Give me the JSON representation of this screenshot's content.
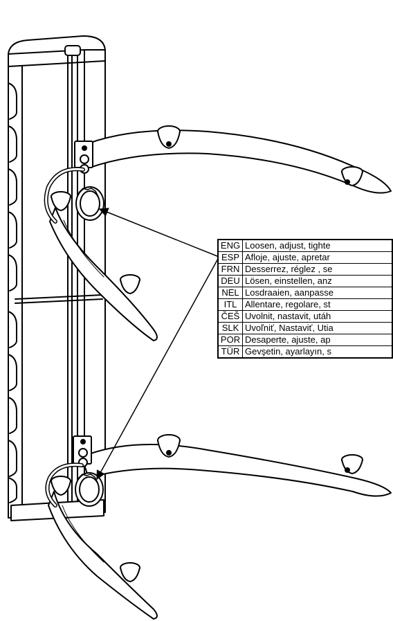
{
  "instructions": [
    {
      "code": "ENG",
      "text": "Loosen, adjust, tighte"
    },
    {
      "code": "ESP",
      "text": "Afloje, ajuste, apretar"
    },
    {
      "code": "FRN",
      "text": "Desserrez, réglez , se"
    },
    {
      "code": "DEU",
      "text": "Lösen, einstellen, anz"
    },
    {
      "code": "NEL",
      "text": "Losdraaien, aanpasse"
    },
    {
      "code": "ITL",
      "text": "Allentare, regolare, st"
    },
    {
      "code": "ČEŠ",
      "text": "Uvolnit, nastavit, utáh"
    },
    {
      "code": "SLK",
      "text": "Uvoľniť, Nastaviť, Utia"
    },
    {
      "code": "POR",
      "text": "Desaperte, ajuste, ap"
    },
    {
      "code": "TÜR",
      "text": "Gevşetin, ayarlayın, s"
    }
  ]
}
